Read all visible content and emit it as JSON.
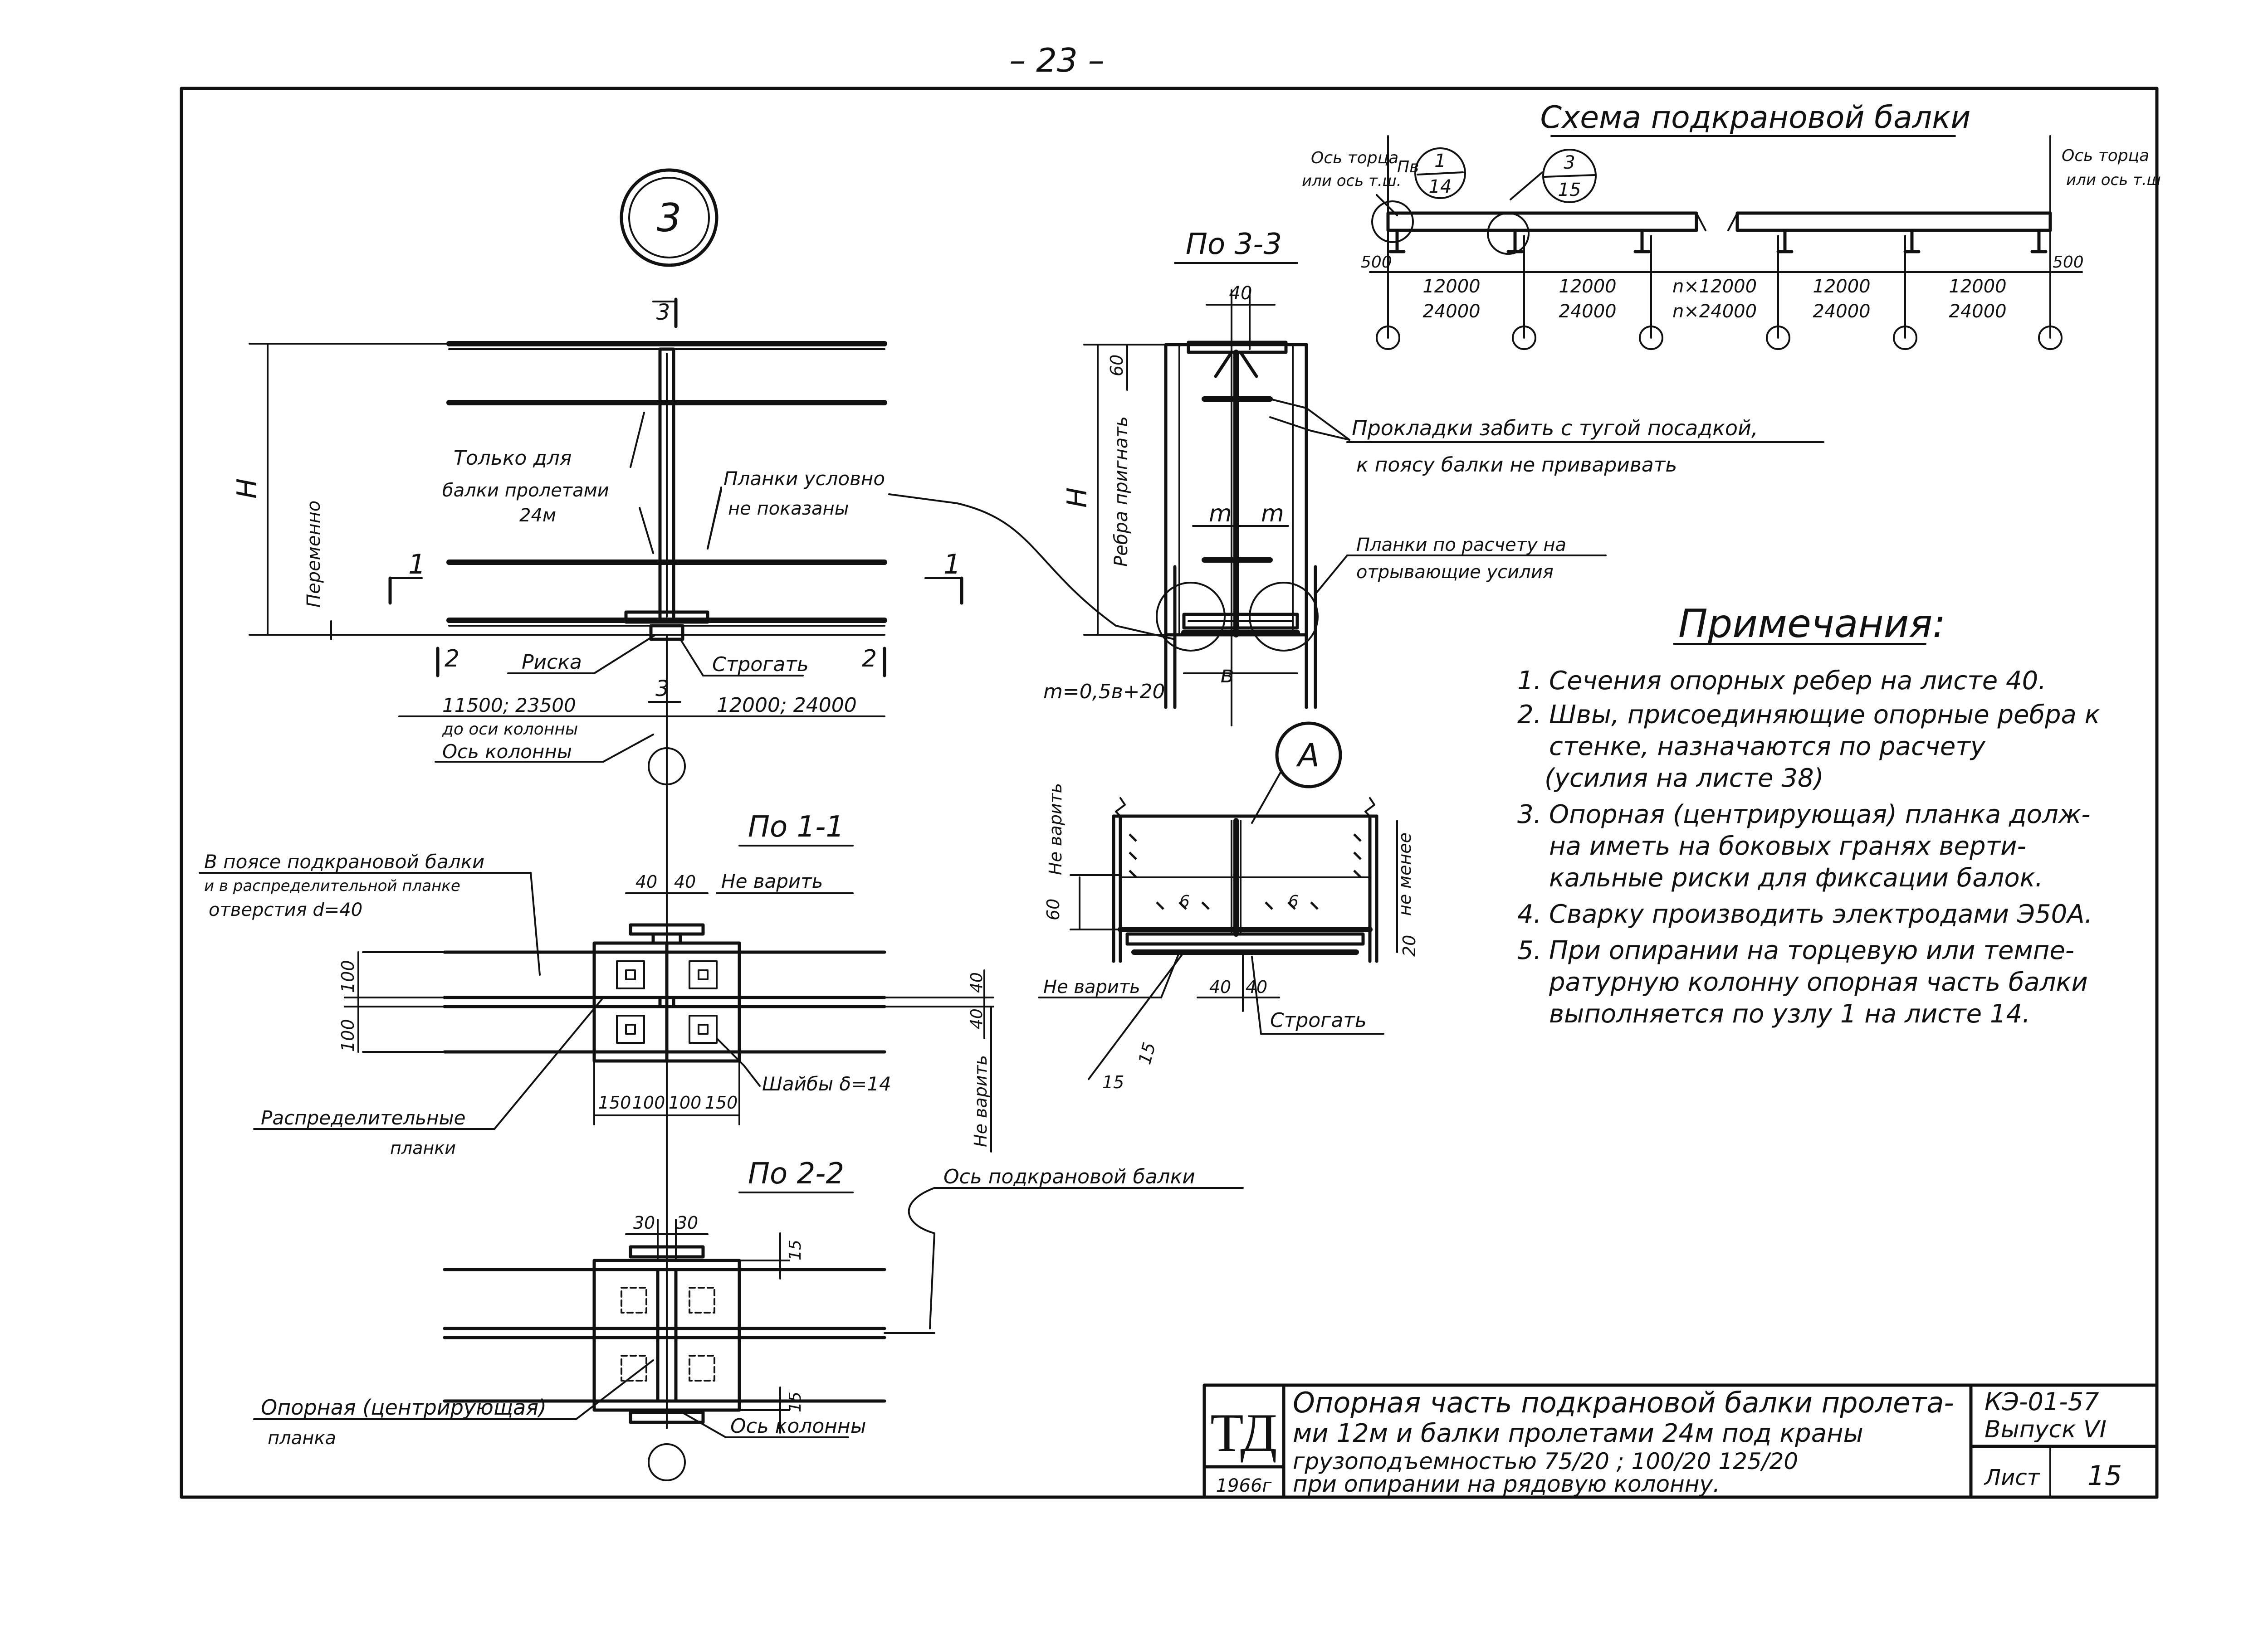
{
  "page_number": "– 23 –",
  "scheme": {
    "title": "Схема подкрановой балки",
    "end_axis_left": [
      "Ось торца",
      "или ось т.ш."
    ],
    "end_axis_right": [
      "Ось торца",
      "или ось т.ш"
    ],
    "pb_label": "Пв",
    "callout_1": {
      "top": "1",
      "bottom": "14"
    },
    "callout_2": {
      "top": "3",
      "bottom": "15"
    },
    "dim_left": "500",
    "dim_right": "500",
    "spans_top": [
      "12000",
      "12000",
      "n×12000",
      "12000",
      "12000"
    ],
    "spans_bottom": [
      "24000",
      "24000",
      "n×24000",
      "24000",
      "24000"
    ]
  },
  "elevation": {
    "circle_label": "3",
    "cut_mark": "3",
    "label_H": "H",
    "label_variable": "Переменно",
    "note_only_for": [
      "Только для",
      "балки пролетами",
      "24м"
    ],
    "note_plates": [
      "Планки условно",
      "не показаны"
    ],
    "section_1_left": "1",
    "section_1_right": "1",
    "section_2_left": "2",
    "section_2_right": "2",
    "riska": "Риска",
    "strogat": "Строгать",
    "bottom_mark_3": "3",
    "dim_left": [
      "11500; 23500",
      "до оси колонны"
    ],
    "dim_right": "12000; 24000",
    "column_axis": "Ось колонны"
  },
  "section_33": {
    "title": "По 3-3",
    "dim_40": "40",
    "dim_60": "60",
    "label_H": "H",
    "ribs": "Ребра пригнать",
    "m1": "m",
    "m2": "m",
    "b": "в",
    "formula": "m=0,5в+20",
    "note_shims": [
      "Прокладки забить с тугой посадкой,",
      "к поясу балки не приваривать"
    ],
    "note_plates": [
      "Планки по расчету на",
      "отрывающие усилия"
    ]
  },
  "detail_a": {
    "label": "А",
    "ne_varit_left": "Не варить",
    "ne_menee": "не менее",
    "dim_60": "60",
    "dim_20": "20",
    "dim_6a": "6",
    "dim_6b": "6",
    "ne_varit_bottom": "Не варить",
    "dim_40a": "40",
    "dim_40b": "40",
    "strogat": "Строгать",
    "dim_15a": "15",
    "dim_15b": "15"
  },
  "section_11": {
    "title": "По 1-1",
    "note_holes": [
      "В поясе подкрановой балки",
      "и в распределительной планке",
      "отверстия  d=40"
    ],
    "dim_40a": "40",
    "dim_40b": "40",
    "ne_varit": "Не варить",
    "dim_100a": "100",
    "dim_100b": "100",
    "dim_40c": "40",
    "dim_40d": "40",
    "ne_varit_side": "Не варить",
    "washers": "Шайбы δ=14",
    "bottom_dims": [
      "150",
      "100",
      "100",
      "150"
    ],
    "distribution_plates": [
      "Распределительные",
      "планки"
    ]
  },
  "section_22": {
    "title": "По 2-2",
    "dim_30a": "30",
    "dim_30b": "30",
    "dim_15a": "15",
    "dim_15b": "15",
    "beam_axis": "Ось подкрановой балки",
    "support_plate": [
      "Опорная (центрирующая)",
      "планка"
    ],
    "column_axis": "Ось колонны"
  },
  "notes": {
    "title": "Примечания:",
    "items": [
      {
        "n": "1.",
        "lines": [
          "Сечения опорных ребер на листе 40."
        ]
      },
      {
        "n": "2.",
        "lines": [
          "Швы, присоединяющие опорные ребра к",
          "стенке, назначаются по расчету",
          "(усилия на листе 38)"
        ]
      },
      {
        "n": "3.",
        "lines": [
          "Опорная (центрирующая) планка долж-",
          "на иметь на боковых гранях верти-",
          "кальные риски для фиксации балок."
        ]
      },
      {
        "n": "4.",
        "lines": [
          "Сварку производить электродами Э50А."
        ]
      },
      {
        "n": "5.",
        "lines": [
          "При опирании на торцевую или темпе-",
          "ратурную колонну опорная часть балки",
          "выполняется по узлу 1 на листе 14."
        ]
      }
    ]
  },
  "title_block": {
    "logo": "ТД",
    "year": "1966г",
    "description": [
      "Опорная часть подкрановой балки пролета-",
      "ми 12м и балки пролетами 24м под краны",
      "грузоподъемностью      75/20 ; 100/20    125/20",
      "при опирании на рядовую колонну."
    ],
    "code": "КЭ-01-57",
    "issue": "Выпуск VI",
    "sheet_label": "Лист",
    "sheet_number": "15"
  }
}
